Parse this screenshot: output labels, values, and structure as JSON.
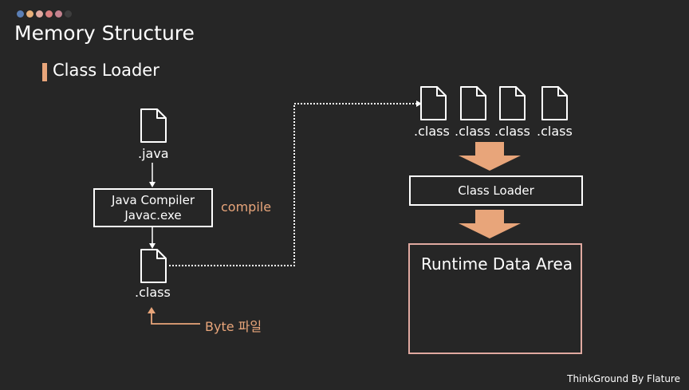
{
  "header": {
    "dot_colors": [
      "#5b7fb5",
      "#e8b07a",
      "#e0a9a0",
      "#d98080",
      "#c4828f",
      "#3d3d3d"
    ],
    "title": "Memory Structure"
  },
  "section": {
    "title": "Class Loader",
    "bar_color": "#e8a57a"
  },
  "diagram": {
    "java_file_label": ".java",
    "compiler_line1": "Java Compiler",
    "compiler_line2": "Javac.exe",
    "compile_label": "compile",
    "class_file_label": ".class",
    "byte_label": "Byte 파일",
    "class_files": [
      ".class",
      ".class",
      ".class",
      ".class"
    ],
    "class_loader_label": "Class Loader",
    "runtime_data_area_label": "Runtime Data Area",
    "accent_color": "#e8a57a",
    "rda_border_color": "#e0a9a0"
  },
  "footer": {
    "credit": "ThinkGround By Flature"
  }
}
